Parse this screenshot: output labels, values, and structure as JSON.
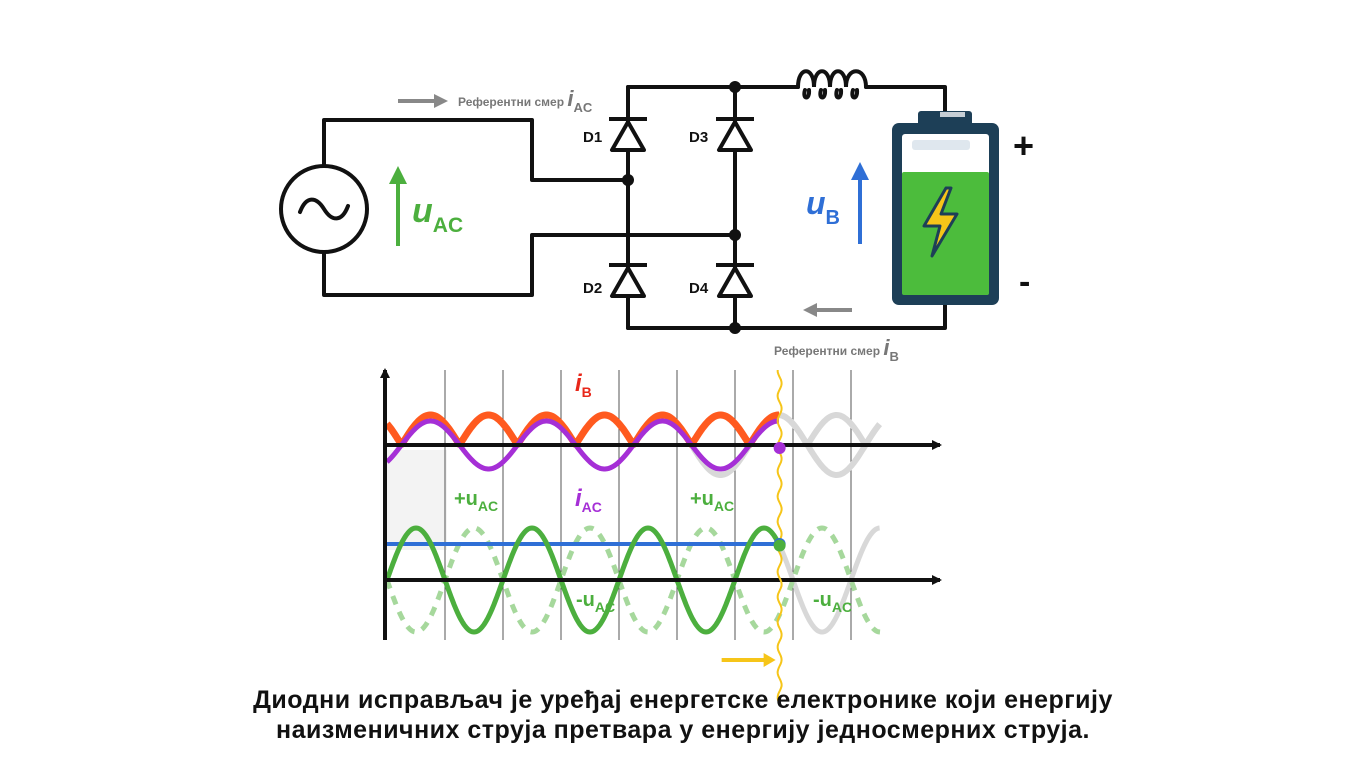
{
  "colors": {
    "wire": "#111111",
    "green": "#4caf3e",
    "blue": "#2f6fd6",
    "orange": "#ff5a1f",
    "purple": "#a52fd6",
    "grey": "#888888",
    "light_grey": "#d8d8d8",
    "yellow": "#f6c519",
    "battery_frame": "#1d3f57",
    "battery_fill": "#4cbc3c"
  },
  "circuit": {
    "source_symbol": "~",
    "u_ac_var": "u",
    "u_ac_sub": "AC",
    "ref_iac_text": "Референтни смер ",
    "ref_iac_var": "i",
    "ref_iac_sub": "AC",
    "ref_ib_text": "Референтни смер ",
    "ref_ib_var": "i",
    "ref_ib_sub": "B",
    "diodes": [
      "D1",
      "D2",
      "D3",
      "D4"
    ],
    "u_b_var": "u",
    "u_b_sub": "B",
    "battery_plus": "+",
    "battery_minus": "-",
    "icons": [
      "ac-source-icon",
      "inductor-icon",
      "battery-icon",
      "lightning-icon",
      "diode-icon"
    ]
  },
  "chart_labels": {
    "ib_var": "i",
    "ib_sub": "B",
    "iac_var": "i",
    "iac_sub": "AC",
    "plus_uac_1_prefix": "+u",
    "plus_uac_1_sub": "AC",
    "plus_uac_2_prefix": "+u",
    "plus_uac_2_sub": "AC",
    "minus_uac_1_prefix": "-u",
    "minus_uac_1_sub": "AC",
    "minus_uac_2_prefix": "-u",
    "minus_uac_2_sub": "AC"
  },
  "chart_data": {
    "type": "line",
    "grid": true,
    "periods_shown": 4.25,
    "progress_marker_fraction_of_time_axis": 0.71,
    "series": [
      {
        "name": "i_B",
        "kind": "rectified (|i_AC|)",
        "waveform": "abs(sin)",
        "color_key": "orange"
      },
      {
        "name": "i_AC",
        "kind": "alternating",
        "waveform": "sin",
        "color_key": "purple"
      },
      {
        "name": "u_B",
        "kind": "constant",
        "value": 0.3,
        "color_key": "blue"
      },
      {
        "name": "+u_AC / -u_AC",
        "kind": "alternating",
        "waveform": "sin",
        "color_key": "green"
      }
    ]
  },
  "caption": {
    "line1": "Диодни исправљач је уређај енергетске електронике који енергију",
    "line2": "наизменичних струја претвара у енергију једносмерних струја."
  }
}
